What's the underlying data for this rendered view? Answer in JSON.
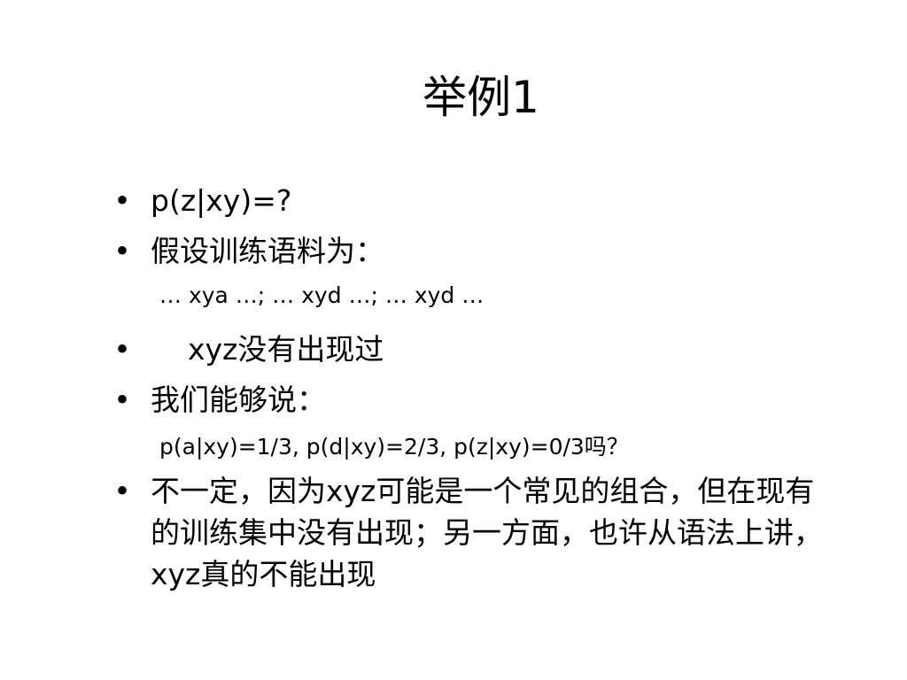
{
  "slide": {
    "title": "举例1",
    "bullets": [
      {
        "text": "p(z|xy)=?"
      },
      {
        "text": "假设训练语料为："
      },
      {
        "text": "xyz没有出现过"
      },
      {
        "text": "我们能够说："
      },
      {
        "text": "不一定，因为xyz可能是一个常见的组合，但在现有的训练集中没有出现；另一方面，也许从语法上讲，xyz真的不能出现"
      }
    ],
    "subitems": [
      {
        "text": "… xya …;  … xyd …; … xyd …"
      },
      {
        "text": "p(a|xy)=1/3, p(d|xy)=2/3, p(z|xy)=0/3吗？"
      }
    ],
    "bullet_symbol": "•"
  }
}
